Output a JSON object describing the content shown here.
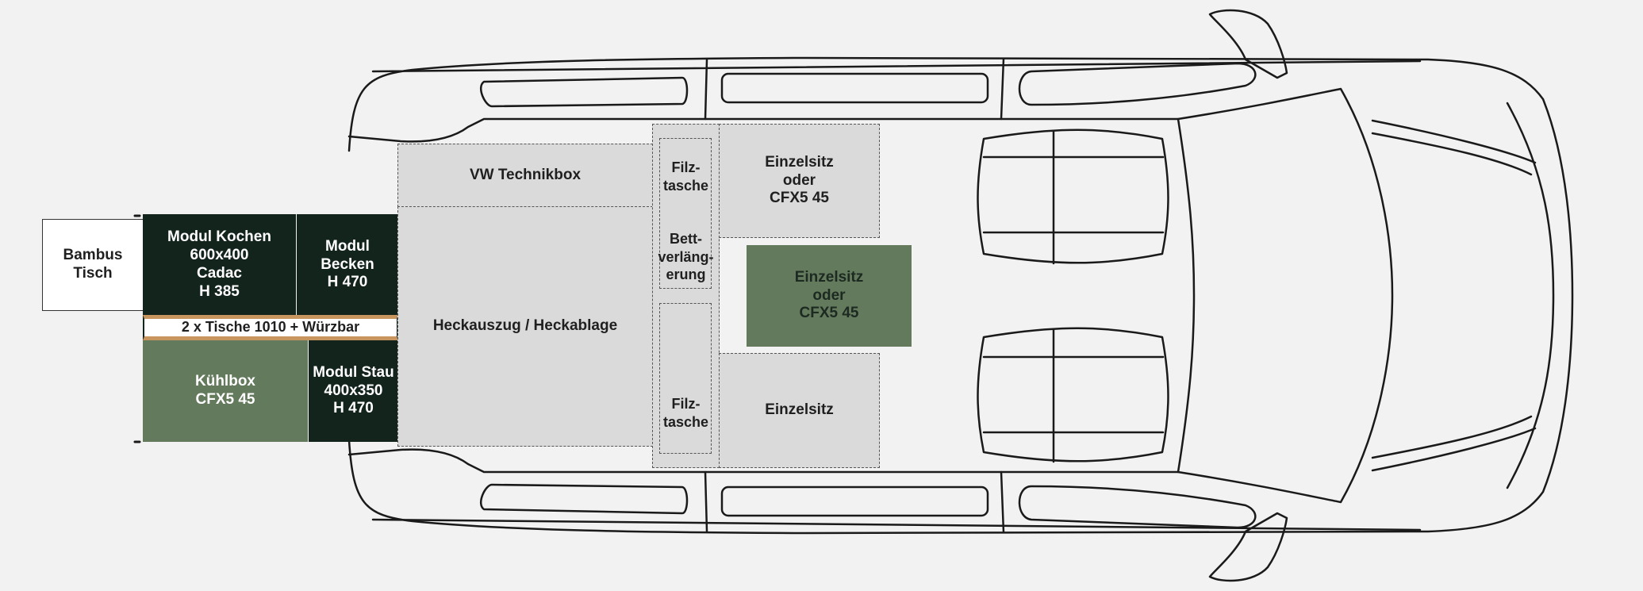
{
  "modules": {
    "bambus_tisch": "Bambus\nTisch",
    "modul_kochen": "Modul Kochen\n600x400\nCadac\nH 385",
    "modul_becken": "Modul\nBecken\nH 470",
    "tische": "2 x Tische 1010 + Würzbar",
    "kuehlbox": "Kühlbox\nCFX5 45",
    "modul_stau": "Modul Stau\n400x350\nH 470",
    "technikbox": "VW Technikbox",
    "heckauszug": "Heckauszug / Heckablage",
    "filztasche_top": "Filz-\ntasche",
    "bettverlaengerung": "Bett-\nverläng-\nerung",
    "filztasche_bottom": "Filz-\ntasche",
    "einzelsitz_top": "Einzelsitz\noder\nCFX5 45",
    "einzelsitz_mid": "Einzelsitz\noder\nCFX5 45",
    "einzelsitz_bottom": "Einzelsitz"
  },
  "colors": {
    "dark_module": "#13241d",
    "green_module": "#647a5c",
    "grey_zone": "#dadada",
    "wood_trim": "#c8955f",
    "background": "#f2f2f2"
  }
}
